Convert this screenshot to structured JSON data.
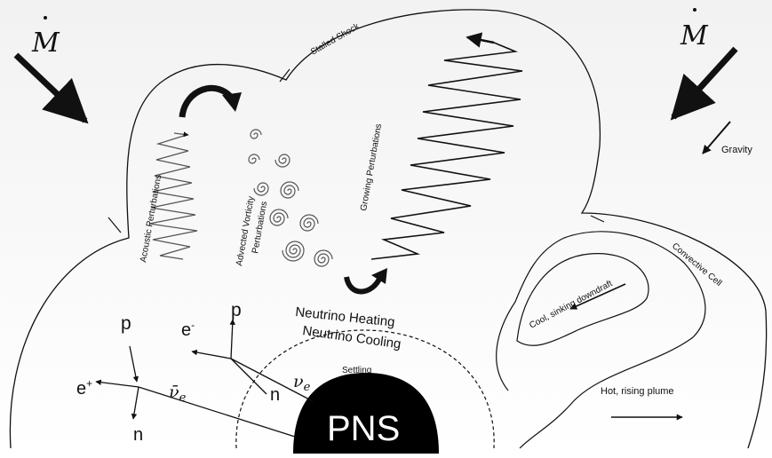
{
  "labels": {
    "mdot_left": "M",
    "mdot_right": "M",
    "stalled_shock": "Stalled Shock",
    "gravity": "Gravity",
    "acoustic": "Acoustic Perturbations",
    "vorticity_line1": "Advected Vorticity",
    "vorticity_line2": "Perturbations",
    "growing": "Growing Perturbations",
    "convective_cell": "Convective Cell",
    "cool_downdraft": "Cool, sinking downdraft",
    "neutrino_heating": "Neutrino Heating",
    "neutrino_cooling": "Neutrino Cooling",
    "settling": "Settling",
    "pns": "PNS",
    "hot_plume": "Hot, rising plume",
    "p_left": "p",
    "p_mid": "p",
    "e_plus": "e",
    "e_plus_sup": "+",
    "e_minus": "e",
    "e_minus_sup": "-",
    "n_left": "n",
    "n_mid": "n",
    "nu_bar": "ν̄",
    "nu_bar_sub": "e",
    "nu": "ν",
    "nu_sub": "e"
  }
}
